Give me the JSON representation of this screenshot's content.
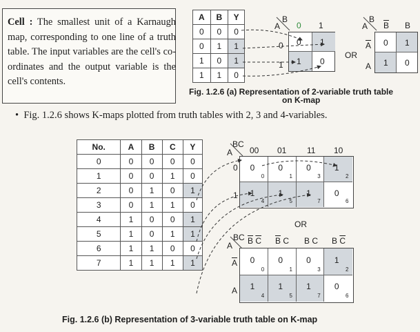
{
  "definition": {
    "term": "Cell :",
    "text": "The smallest unit of a Karnaugh map, corresponding to one line of a truth table. The input variables are the cell's co-ordinates and the output variable is the cell's contents."
  },
  "two_var": {
    "table": {
      "headers": [
        "A",
        "B",
        "Y"
      ],
      "rows": [
        [
          "0",
          "0",
          "0"
        ],
        [
          "0",
          "1",
          "1"
        ],
        [
          "1",
          "0",
          "1"
        ],
        [
          "1",
          "1",
          "0"
        ]
      ]
    },
    "kmap1": {
      "corner_row": "A",
      "corner_col": "B",
      "col_headers": [
        "0",
        "1"
      ],
      "row_headers": [
        "0",
        "1"
      ],
      "cells": [
        [
          "0",
          "1"
        ],
        [
          "1",
          "0"
        ]
      ]
    },
    "or_label": "OR",
    "kmap2": {
      "corner_row": "A",
      "corner_col": "B",
      "col_headers": [
        "B",
        "B"
      ],
      "row_headers": [
        "A",
        "A"
      ],
      "cells": [
        [
          "0",
          "1"
        ],
        [
          "1",
          "0"
        ]
      ]
    },
    "caption_line1": "Fig. 1.2.6 (a) Representation of 2-variable truth table",
    "caption_line2": "on K-map"
  },
  "bullet": "Fig. 1.2.6 shows K-maps plotted from truth tables with 2, 3 and 4-variables.",
  "three_var": {
    "table": {
      "headers": [
        "No.",
        "A",
        "B",
        "C",
        "Y"
      ],
      "rows": [
        [
          "0",
          "0",
          "0",
          "0",
          "0"
        ],
        [
          "1",
          "0",
          "0",
          "1",
          "0"
        ],
        [
          "2",
          "0",
          "1",
          "0",
          "1"
        ],
        [
          "3",
          "0",
          "1",
          "1",
          "0"
        ],
        [
          "4",
          "1",
          "0",
          "0",
          "1"
        ],
        [
          "5",
          "1",
          "0",
          "1",
          "1"
        ],
        [
          "6",
          "1",
          "1",
          "0",
          "0"
        ],
        [
          "7",
          "1",
          "1",
          "1",
          "1"
        ]
      ]
    },
    "kmap1": {
      "corner_row": "A",
      "corner_col": "BC",
      "col_headers": [
        "00",
        "01",
        "11",
        "10"
      ],
      "row_headers": [
        "0",
        "1"
      ],
      "cells": [
        [
          "0",
          "0",
          "0",
          "1"
        ],
        [
          "1",
          "1",
          "1",
          "0"
        ]
      ],
      "indices": [
        [
          "0",
          "1",
          "3",
          "2"
        ],
        [
          "4",
          "5",
          "7",
          "6"
        ]
      ]
    },
    "or_label": "OR",
    "kmap2": {
      "corner_row": "A",
      "corner_col": "BC",
      "col_headers": [
        {
          "b": "B",
          "c": "C"
        },
        {
          "b": "B",
          "c": "C"
        },
        {
          "b": "B",
          "c": "C"
        },
        {
          "b": "B",
          "c": "C"
        }
      ],
      "row_headers": [
        "A",
        "A"
      ],
      "cells": [
        [
          "0",
          "0",
          "0",
          "1"
        ],
        [
          "1",
          "1",
          "1",
          "0"
        ]
      ],
      "indices": [
        [
          "0",
          "1",
          "3",
          "2"
        ],
        [
          "4",
          "5",
          "7",
          "6"
        ]
      ]
    },
    "caption": "Fig. 1.2.6 (b) Representation of 3-variable truth table on K-map"
  },
  "colors": {
    "shade": "#d3d8dd",
    "ink": "#1e1e1e",
    "green": "#2e8b3a"
  }
}
